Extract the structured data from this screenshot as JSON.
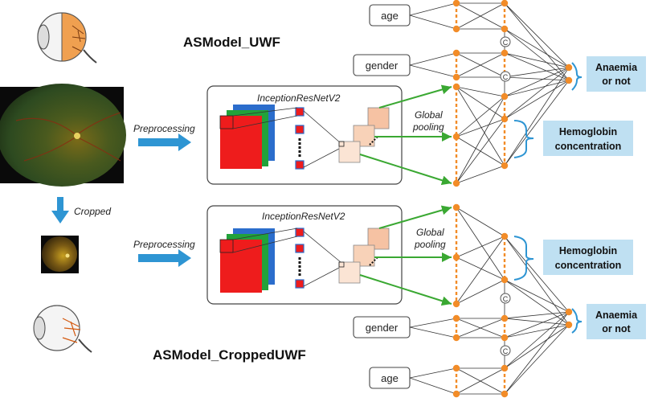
{
  "colors": {
    "node": "#f28c28",
    "arrow_blue": "#2e95d3",
    "arrow_green": "#3aa832",
    "output_fill": "#bfe0f2",
    "cube_red": "#ee1c1c",
    "cube_green": "#22a23a",
    "cube_blue": "#2b6dcc",
    "feature_fill": "#f6c2a3"
  },
  "icons": [
    "eye-anatomy-icon",
    "fundus-photo",
    "cropped-fundus-photo",
    "concat-symbol-icon"
  ],
  "top": {
    "model_title": "ASModel_UWF",
    "preprocessing": "Preprocessing",
    "backbone": "InceptionResNetV2",
    "pooling_line1": "Global",
    "pooling_line2": "pooling",
    "input_age": "age",
    "input_gender": "gender",
    "out_anaemia_line1": "Anaemia",
    "out_anaemia_line2": "or not",
    "out_hb_line1": "Hemoglobin",
    "out_hb_line2": "concentration",
    "concat": "C"
  },
  "cropped": "Cropped",
  "bottom": {
    "model_title": "ASModel_CroppedUWF",
    "preprocessing": "Preprocessing",
    "backbone": "InceptionResNetV2",
    "pooling_line1": "Global",
    "pooling_line2": "pooling",
    "input_age": "age",
    "input_gender": "gender",
    "out_anaemia_line1": "Anaemia",
    "out_anaemia_line2": "or not",
    "out_hb_line1": "Hemoglobin",
    "out_hb_line2": "concentration",
    "concat": "C"
  }
}
